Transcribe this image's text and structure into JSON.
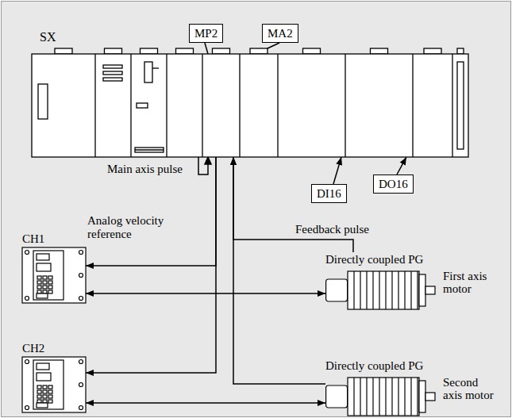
{
  "diagram": {
    "nodes": [
      {
        "text": [
          "SX"
        ]
      },
      {
        "text": [
          "MP2"
        ]
      },
      {
        "text": [
          "MA2"
        ]
      },
      {
        "text": [
          "DI16"
        ]
      },
      {
        "text": [
          "DO16"
        ]
      },
      {
        "text": [
          "CH1"
        ]
      },
      {
        "text": [
          "CH2"
        ]
      },
      {
        "text": [
          "Directly coupled PG",
          "First axis motor"
        ]
      },
      {
        "text": [
          "Directly coupled PG",
          "Second axis motor"
        ]
      }
    ],
    "edges": [
      {
        "from": 1,
        "to": 0,
        "arrow": "none"
      },
      {
        "from": 2,
        "to": 0,
        "arrow": "to"
      },
      {
        "from": 3,
        "to": 0,
        "arrow": "to"
      },
      {
        "from": 4,
        "to": 0,
        "arrow": "to"
      },
      {
        "from": 0,
        "to": 5,
        "arrow": "to"
      },
      {
        "from": 0,
        "to": 6,
        "arrow": "to"
      },
      {
        "from": 5,
        "to": 7,
        "arrow": "both"
      },
      {
        "from": 6,
        "to": 8,
        "arrow": "both"
      },
      {
        "from": 7,
        "to": 0,
        "arrow": "to"
      },
      {
        "from": 8,
        "to": 0,
        "arrow": "to"
      }
    ],
    "labels": [
      "Main axis pulse",
      "Analog velocity reference",
      "Feedback pulse"
    ]
  }
}
